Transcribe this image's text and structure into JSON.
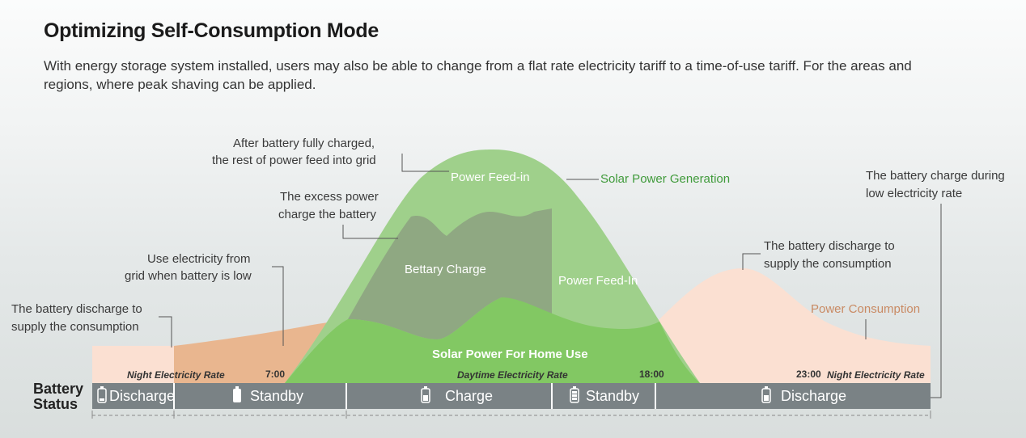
{
  "header": {
    "title": "Optimizing Self-Consumption Mode",
    "subtitle": "With energy storage system installed, users may also be able to change from a flat rate electricity tariff to a time-of-use tariff. For the areas and regions, where peak shaving can be applied."
  },
  "annotations": {
    "after_full_1": "After battery fully charged,",
    "after_full_2": "the rest of power feed into grid",
    "excess_1": "The excess power",
    "excess_2": "charge the battery",
    "grid_1": "Use electricity from",
    "grid_2": "grid when battery is low",
    "night_discharge_1": "The battery discharge to",
    "night_discharge_2": "supply the consumption",
    "evening_discharge_1": "The battery discharge to",
    "evening_discharge_2": "supply the consumption",
    "charge_low_1": "The battery charge during",
    "charge_low_2": "low electricity rate"
  },
  "area_labels": {
    "power_feed_in_top": "Power Feed-in",
    "battery_charge": "Bettary Charge",
    "power_feed_in_right": "Power Feed-In",
    "solar_home": "Solar Power For Home Use"
  },
  "legend": {
    "solar_generation": "Solar Power Generation",
    "power_consumption": "Power Consumption"
  },
  "timeline": {
    "night_rate_left": "Night Electricity Rate",
    "daytime_rate": "Daytime Electricity Rate",
    "night_rate_right": "Night Electricity Rate",
    "t_700": "7:00",
    "t_1800": "18:00",
    "t_2300": "23:00"
  },
  "battery_status": {
    "label_1": "Battery",
    "label_2": "Status",
    "segments": [
      "Discharge",
      "Standby",
      "Charge",
      "Standby",
      "Discharge"
    ]
  },
  "colors": {
    "solar_light": "#9fd08b",
    "solar_home": "#82c863",
    "battery_charge": "#8fa882",
    "consumption_light": "#fbe0d2",
    "consumption_grid": "#e9b68f",
    "status_bar": "#7a8285",
    "green_text": "#3f9a3a",
    "orange_text": "#c98a63"
  },
  "icons": [
    "battery-empty-icon",
    "battery-low-icon",
    "battery-half-icon",
    "battery-full-icon",
    "battery-low-icon"
  ]
}
